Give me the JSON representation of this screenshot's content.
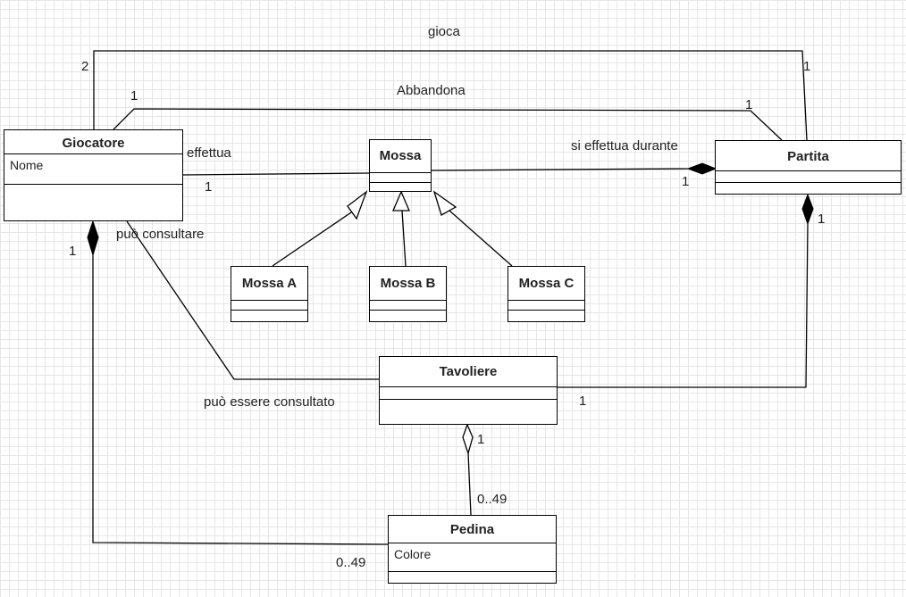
{
  "classes": {
    "giocatore": {
      "name": "Giocatore",
      "attributes": [
        "Nome"
      ]
    },
    "mossa": {
      "name": "Mossa",
      "attributes": []
    },
    "partita": {
      "name": "Partita",
      "attributes": []
    },
    "mossa_a": {
      "name": "Mossa A",
      "attributes": []
    },
    "mossa_b": {
      "name": "Mossa B",
      "attributes": []
    },
    "mossa_c": {
      "name": "Mossa C",
      "attributes": []
    },
    "tavoliere": {
      "name": "Tavoliere",
      "attributes": []
    },
    "pedina": {
      "name": "Pedina",
      "attributes": [
        "Colore"
      ]
    }
  },
  "associations": {
    "gioca": {
      "label": "gioca",
      "mult_from": "2",
      "mult_to": "1"
    },
    "abbandona": {
      "label": "Abbandona",
      "mult_from": "1",
      "mult_to": "1"
    },
    "effettua": {
      "label": "effettua",
      "mult_from": "1"
    },
    "si_effettua_durante": {
      "label": "si effettua durante",
      "mult_to": "1"
    },
    "consulta": {
      "label_from": "può consultare",
      "label_to": "può essere consultato"
    },
    "giocatore_pedina": {
      "mult_from": "1",
      "mult_to": "0..49"
    },
    "partita_tavoliere": {
      "mult_from": "1",
      "mult_to": "1"
    },
    "tavoliere_pedina": {
      "mult_from": "1",
      "mult_to": "0..49"
    }
  },
  "colors": {
    "line": "#000000",
    "grid": "#e6e6e6",
    "background": "#ffffff"
  }
}
